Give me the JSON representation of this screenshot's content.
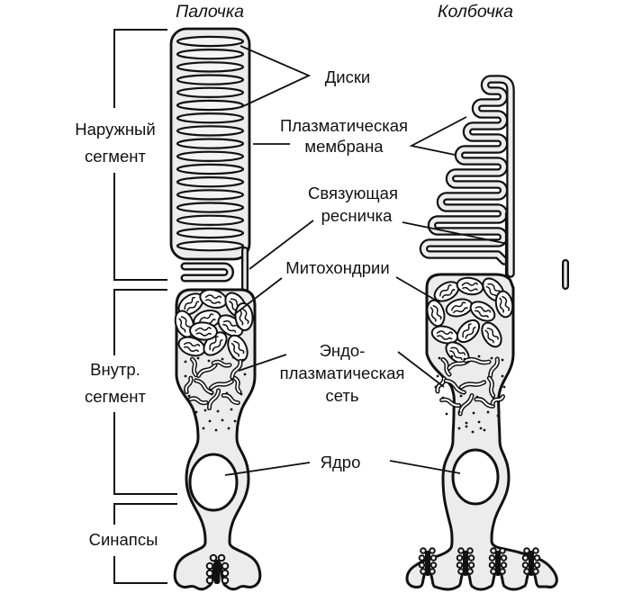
{
  "titles": {
    "rod": "Палочка",
    "cone": "Колбочка"
  },
  "side_labels": {
    "outer_segment": [
      "Наружный",
      "сегмент"
    ],
    "inner_segment": [
      "Внутр.",
      "сегмент"
    ],
    "synapses": "Синапсы"
  },
  "callouts": {
    "discs": "Диски",
    "plasma_membrane": [
      "Плазматическая",
      "мембрана"
    ],
    "connecting_cilium": [
      "Связующая",
      "ресничка"
    ],
    "mitochondria": "Митохондрии",
    "endoplasmic_reticulum": [
      "Эндо-",
      "плазматическая",
      "сеть"
    ],
    "nucleus": "Ядро"
  },
  "colors": {
    "ink": "#111111",
    "cell_fill": "#ececec",
    "background": "#ffffff"
  }
}
